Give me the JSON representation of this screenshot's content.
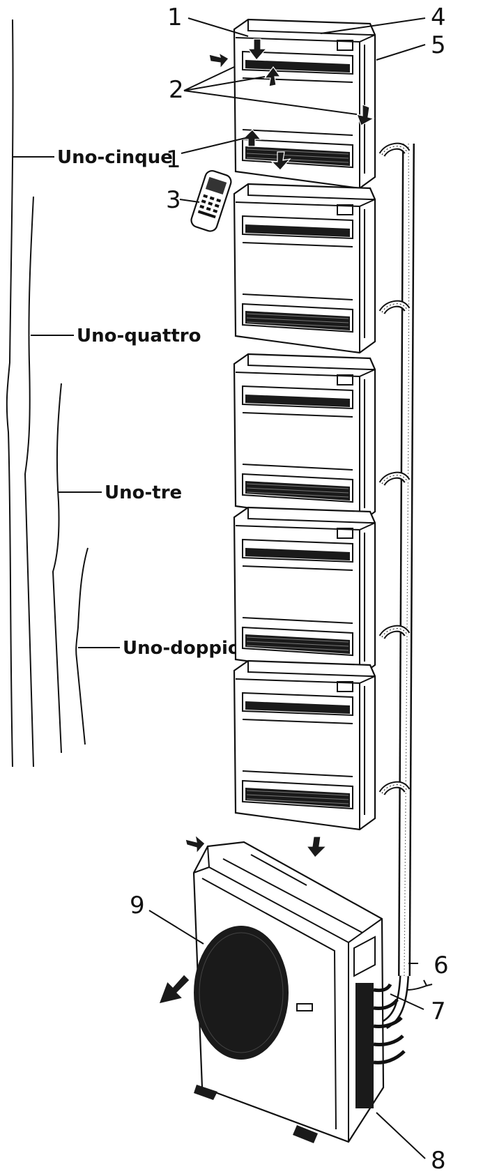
{
  "diagram": {
    "configurations": [
      {
        "id": "five",
        "label": "Uno-cinque"
      },
      {
        "id": "four",
        "label": "Uno-quattro"
      },
      {
        "id": "three",
        "label": "Uno-tre"
      },
      {
        "id": "two",
        "label": "Uno-doppio"
      }
    ],
    "callouts": {
      "air_inlet": "1",
      "air_outlet": "1",
      "airflow": "2",
      "remote": "3",
      "indoor_body": "4",
      "indoor_panel": "5",
      "piping": "6",
      "outdoor_valves": "7",
      "outdoor_ports": "8",
      "outdoor_fan": "9"
    },
    "indoor_unit_count": 5
  }
}
